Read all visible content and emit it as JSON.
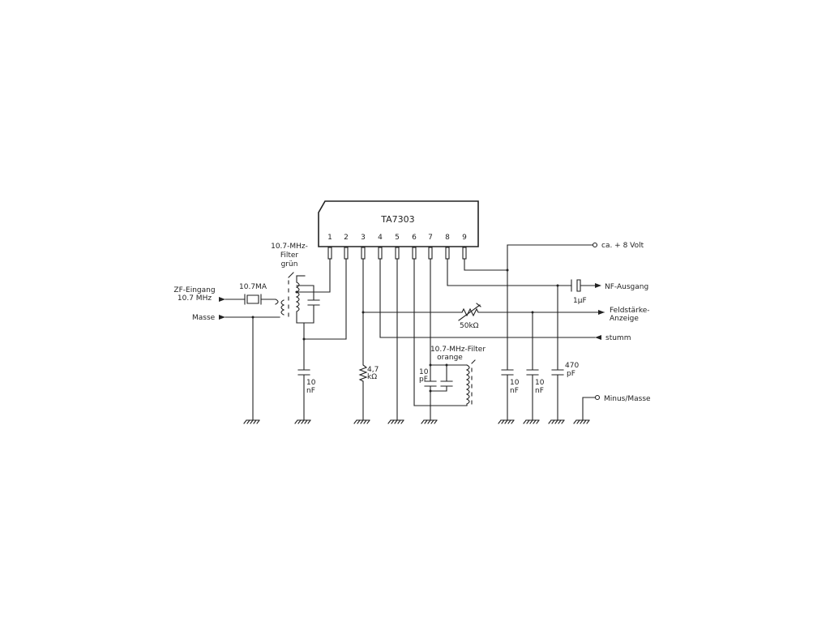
{
  "ic": {
    "name": "TA7303",
    "pins": [
      "1",
      "2",
      "3",
      "4",
      "5",
      "6",
      "7",
      "8",
      "9"
    ]
  },
  "labels": {
    "filter_green": [
      "10.7-MHz-",
      "Filter",
      "grün"
    ],
    "if_input": [
      "ZF-Eingang",
      "10.7 MHz"
    ],
    "crystal": "10.7MA",
    "ground_in": "Masse",
    "supply": "ca. + 8 Volt",
    "af_output": "NF-Ausgang",
    "cap_1uf": "1µF",
    "field_strength": [
      "Feldstärke-",
      "Anzeige"
    ],
    "pot_50k": "50kΩ",
    "mute": "stumm",
    "filter_orange": [
      "10.7-MHz-Filter",
      "orange"
    ],
    "ground_out": "Minus/Masse",
    "c1": [
      "10",
      "nF"
    ],
    "r1": [
      "4,7",
      "kΩ"
    ],
    "c_pf": [
      "10",
      "pF"
    ],
    "c2": [
      "10",
      "nF"
    ],
    "c3": [
      "10",
      "nF"
    ],
    "c4": [
      "470",
      "pF"
    ]
  }
}
